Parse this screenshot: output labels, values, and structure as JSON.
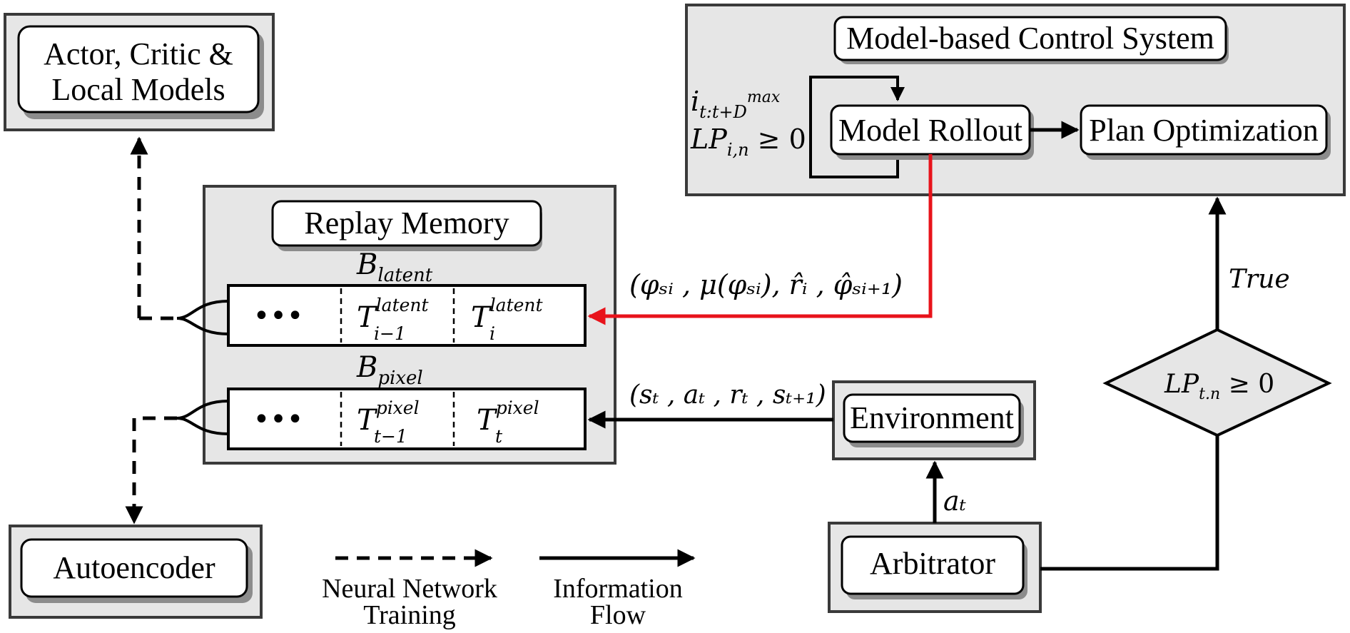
{
  "boxes": {
    "actor": {
      "line1": "Actor, Critic &",
      "line2": "Local Models"
    },
    "autoencoder": "Autoencoder",
    "replay_memory": "Replay Memory",
    "control_system": "Model-based Control System",
    "model_rollout": "Model Rollout",
    "plan_optimization": "Plan Optimization",
    "environment": "Environment",
    "arbitrator": "Arbitrator"
  },
  "buffers": {
    "latent": {
      "label_main": "B",
      "label_sub": "latent",
      "dots": "•••",
      "cell_prev_main": "T",
      "cell_prev_sup": "latent",
      "cell_prev_sub": "i−1",
      "cell_curr_main": "T",
      "cell_curr_sup": "latent",
      "cell_curr_sub": "i"
    },
    "pixel": {
      "label_main": "B",
      "label_sub": "pixel",
      "dots": "•••",
      "cell_prev_main": "T",
      "cell_prev_sup": "pixel",
      "cell_prev_sub": "t−1",
      "cell_curr_main": "T",
      "cell_curr_sup": "pixel",
      "cell_curr_sub": "t"
    }
  },
  "annotations": {
    "rollout_input_line1_main": "i",
    "rollout_input_line1_sub": "t:t+D",
    "rollout_input_line1_sup": "max",
    "rollout_input_line2_main": "LP",
    "rollout_input_line2_sub": "i,n",
    "rollout_input_line2_rest": " ≥ 0",
    "latent_tuple": "(φₛᵢ , μ(φₛᵢ), r̂ᵢ , φ̂ₛᵢ₊₁)",
    "pixel_tuple": "(sₜ , aₜ , rₜ , sₜ₊₁)",
    "action": "aₜ",
    "condition_main": "LP",
    "condition_sub": "t.n",
    "condition_rest": " ≥ 0",
    "true_label": "True"
  },
  "legend": {
    "dashed": {
      "line1": "Neural Network",
      "line2": "Training"
    },
    "solid": {
      "line1": "Information",
      "line2": "Flow"
    }
  },
  "colors": {
    "box_fill": "#e6e6e6",
    "latent_flow": "#e8131b",
    "line": "#000000"
  }
}
